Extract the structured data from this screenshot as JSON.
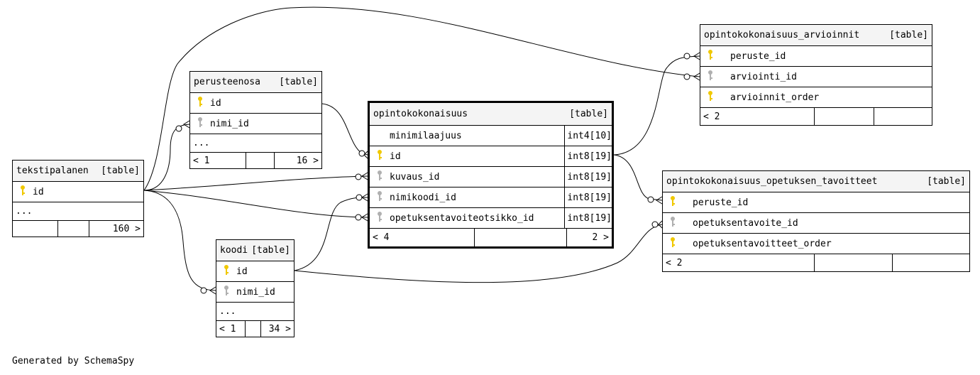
{
  "tables": [
    {
      "id": "tekstipalanen",
      "name": "tekstipalanen",
      "type": "[table]",
      "columns": [
        {
          "key": "primary",
          "name": "id",
          "type": ""
        }
      ],
      "more": "...",
      "footer": {
        "left": "",
        "mid": "",
        "right": "160 >"
      }
    },
    {
      "id": "perusteenosa",
      "name": "perusteenosa",
      "type": "[table]",
      "columns": [
        {
          "key": "primary",
          "name": "id",
          "type": ""
        },
        {
          "key": "foreign",
          "name": "nimi_id",
          "type": ""
        }
      ],
      "more": "...",
      "footer": {
        "left": "< 1",
        "mid": "",
        "right": "16 >"
      }
    },
    {
      "id": "koodi",
      "name": "koodi",
      "type": "[table]",
      "columns": [
        {
          "key": "primary",
          "name": "id",
          "type": ""
        },
        {
          "key": "foreign",
          "name": "nimi_id",
          "type": ""
        }
      ],
      "more": "...",
      "footer": {
        "left": "< 1",
        "mid": "",
        "right": "34 >"
      }
    },
    {
      "id": "opintokokonaisuus",
      "name": "opintokokonaisuus",
      "type": "[table]",
      "focus": true,
      "columns": [
        {
          "key": "none",
          "name": "minimilaajuus",
          "type": "int4[10]"
        },
        {
          "key": "primary",
          "name": "id",
          "type": "int8[19]"
        },
        {
          "key": "foreign",
          "name": "kuvaus_id",
          "type": "int8[19]"
        },
        {
          "key": "foreign",
          "name": "nimikoodi_id",
          "type": "int8[19]"
        },
        {
          "key": "foreign",
          "name": "opetuksentavoiteotsikko_id",
          "type": "int8[19]"
        }
      ],
      "footer": {
        "left": "< 4",
        "mid": "",
        "right": "2 >"
      }
    },
    {
      "id": "arvioinnit",
      "name": "opintokokonaisuus_arvioinnit",
      "type": "[table]",
      "columns": [
        {
          "key": "primary",
          "name": "peruste_id",
          "type": ""
        },
        {
          "key": "foreign",
          "name": "arviointi_id",
          "type": ""
        },
        {
          "key": "primary",
          "name": "arvioinnit_order",
          "type": ""
        }
      ],
      "footer": {
        "left": "< 2",
        "mid": "",
        "right": ""
      }
    },
    {
      "id": "tavoitteet",
      "name": "opintokokonaisuus_opetuksen_tavoitteet",
      "type": "[table]",
      "columns": [
        {
          "key": "primary",
          "name": "peruste_id",
          "type": ""
        },
        {
          "key": "foreign",
          "name": "opetuksentavoite_id",
          "type": ""
        },
        {
          "key": "primary",
          "name": "opetuksentavoitteet_order",
          "type": ""
        }
      ],
      "footer": {
        "left": "< 2",
        "mid": "",
        "right": ""
      }
    }
  ],
  "colors": {
    "primary_key": "#f0c800",
    "foreign_key": "#b0b0b0",
    "header_bg": "#f4f4f4"
  },
  "footer_note": "Generated by SchemaSpy"
}
